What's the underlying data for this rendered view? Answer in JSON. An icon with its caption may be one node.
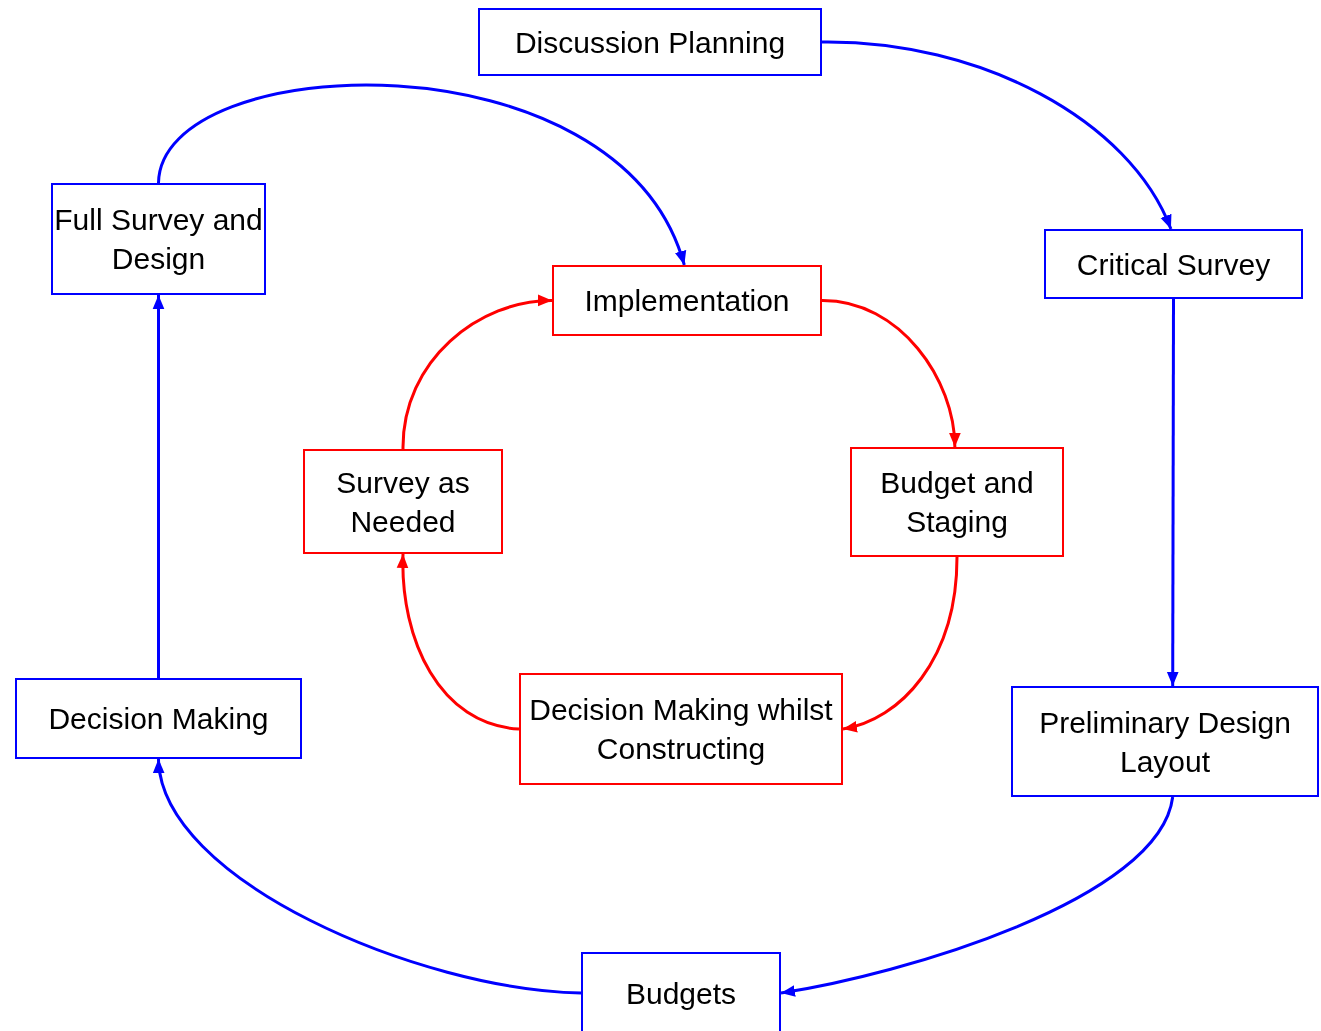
{
  "diagram": {
    "nodes": [
      {
        "text": [
          "Discussion Planning"
        ]
      },
      {
        "text": [
          "Full Survey and Design"
        ]
      },
      {
        "text": [
          "Implementation"
        ]
      },
      {
        "text": [
          "Critical Survey"
        ]
      },
      {
        "text": [
          "Survey as Needed"
        ]
      },
      {
        "text": [
          "Budget and Staging"
        ]
      },
      {
        "text": [
          "Decision Making"
        ]
      },
      {
        "text": [
          "Decision Making whilst Constructing"
        ]
      },
      {
        "text": [
          "Preliminary Design Layout"
        ]
      },
      {
        "text": [
          "Budgets"
        ]
      }
    ],
    "edges": [
      {
        "from": 0,
        "to": 3,
        "arrow": "to"
      },
      {
        "from": 1,
        "to": 2,
        "arrow": "to"
      },
      {
        "from": 3,
        "to": 8,
        "arrow": "to"
      },
      {
        "from": 8,
        "to": 9,
        "arrow": "to"
      },
      {
        "from": 9,
        "to": 6,
        "arrow": "to"
      },
      {
        "from": 6,
        "to": 1,
        "arrow": "to"
      },
      {
        "from": 2,
        "to": 5,
        "arrow": "to",
        "color": "#ff0000"
      },
      {
        "from": 5,
        "to": 7,
        "arrow": "to",
        "color": "#ff0000"
      },
      {
        "from": 7,
        "to": 4,
        "arrow": "to",
        "color": "#ff0000"
      },
      {
        "from": 4,
        "to": 2,
        "arrow": "to",
        "color": "#ff0000"
      }
    ]
  }
}
